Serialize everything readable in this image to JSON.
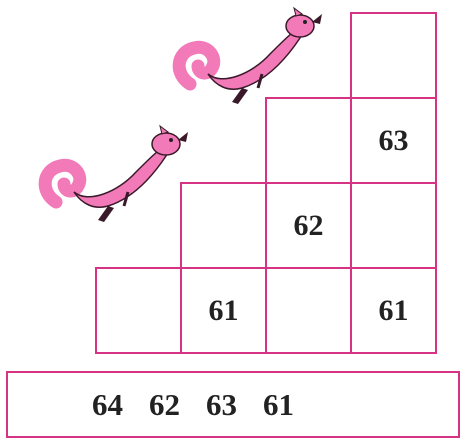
{
  "grid": {
    "row1": {
      "c4": ""
    },
    "row2": {
      "c3": "",
      "c4": "63"
    },
    "row3": {
      "c2": "",
      "c3": "62",
      "c4": ""
    },
    "row4": {
      "c1": "",
      "c2": "61",
      "c3": "",
      "c4": "61"
    }
  },
  "options": [
    "64",
    "62",
    "63",
    "61"
  ],
  "colors": {
    "border": "#d63384",
    "animal": "#f27ab8",
    "text": "#222222"
  },
  "icons": [
    "squirrel-climbing-icon",
    "squirrel-climbing-icon"
  ]
}
